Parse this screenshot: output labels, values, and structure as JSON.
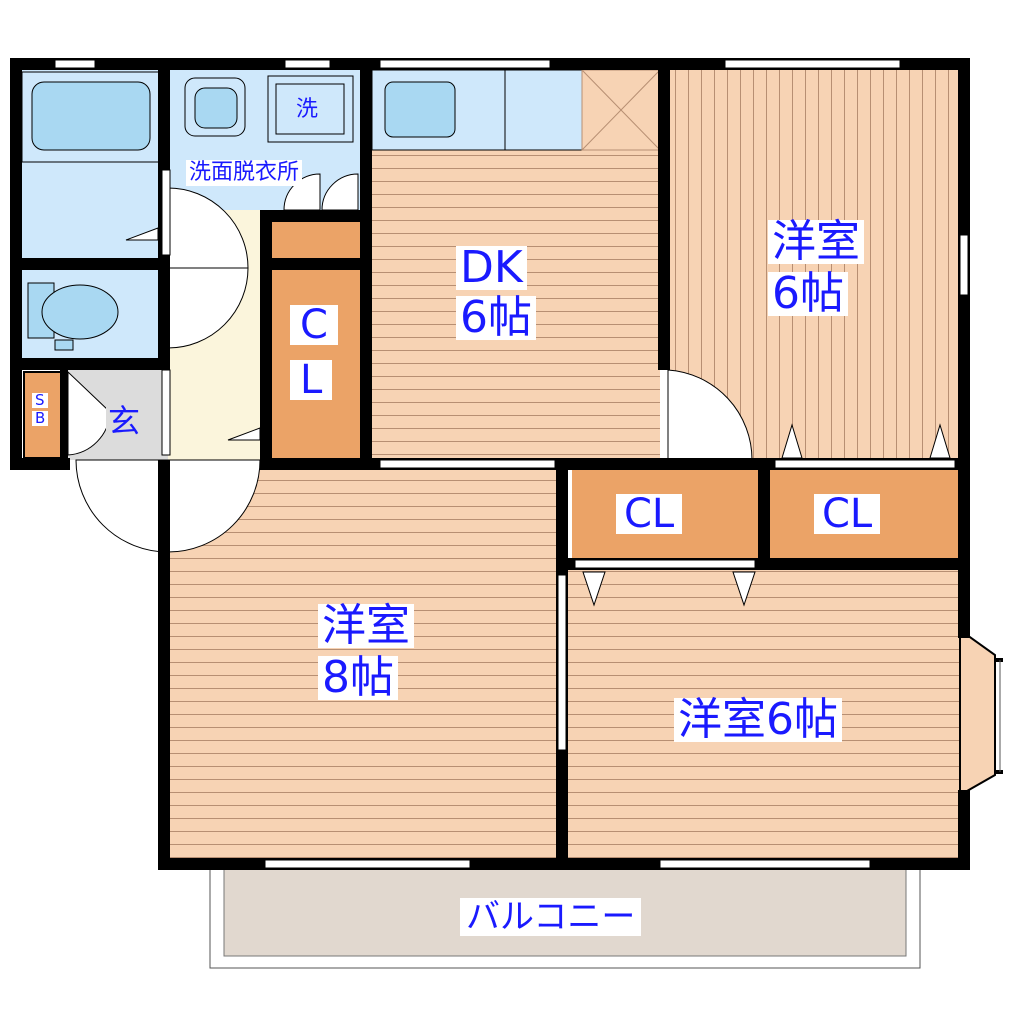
{
  "colors": {
    "wall": "#000000",
    "floor_wood": "#f7d3b4",
    "floor_wood_line": "#b78f73",
    "closet": "#eba367",
    "wet_area": "#cfe8fb",
    "fixture": "#a9d8f2",
    "entrance_tile": "#dcdcdc",
    "hallway": "#fbf5dc",
    "balcony": "#e1d8cf",
    "label_text": "#1a1aff",
    "label_bg": "#ffffff"
  },
  "rooms": {
    "dk": {
      "name": "DK",
      "size": "6帖"
    },
    "western_ne": {
      "name": "洋室",
      "size": "6帖"
    },
    "western_8": {
      "name": "洋室",
      "size": "8帖"
    },
    "western_se": {
      "name": "洋室6帖"
    },
    "closet_hall": {
      "line1": "C",
      "line2": "L"
    },
    "closet_ne": "CL",
    "closet_se": "CL",
    "washroom": "洗面脱衣所",
    "washer": "洗",
    "entrance": "玄",
    "shoe_box": {
      "line1": "S",
      "line2": "B"
    },
    "balcony": "バルコニー"
  }
}
